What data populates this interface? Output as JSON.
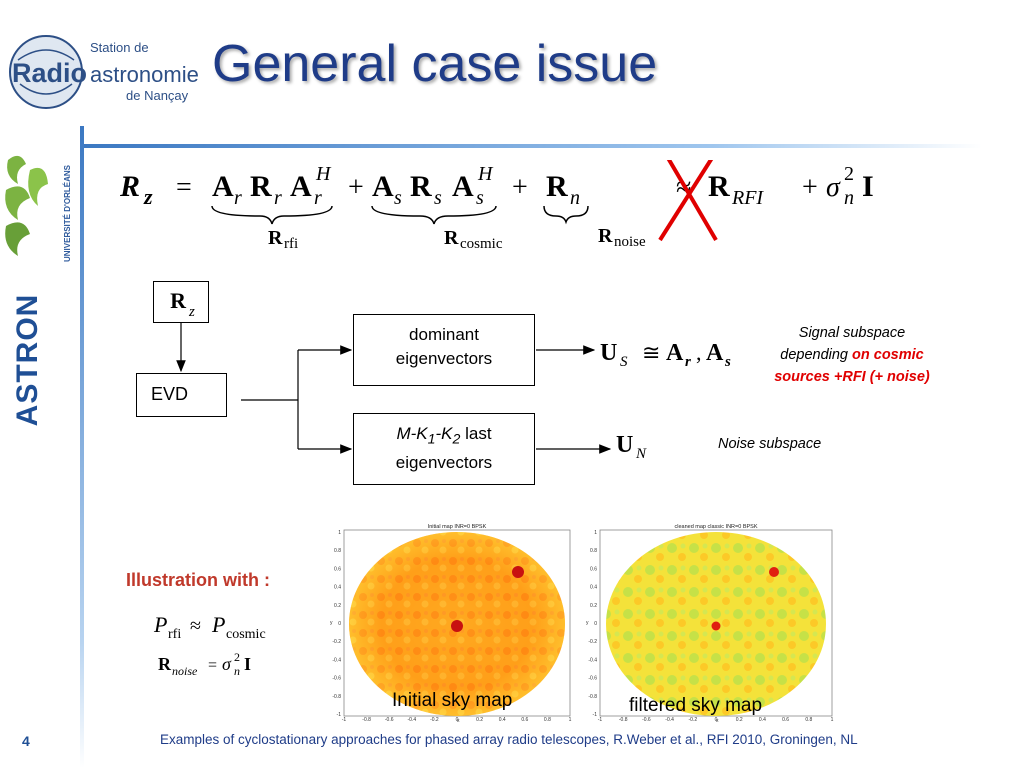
{
  "header": {
    "title": "General case issue",
    "logo_srn": {
      "station_de": "Station de",
      "radio": "Radio",
      "astronomie": "astronomie",
      "de_nancay": "de Nançay"
    },
    "logo_orleans_text": "UNIVERSITÉ D'ORLÉANS",
    "logo_astron": "ASTRON"
  },
  "equation": {
    "lhs": "R",
    "lhs_sub": "z",
    "term1": "A",
    "term1_sub": "r",
    "term2": "R",
    "term2_sub": "r",
    "term3": "A",
    "term3_sub": "r",
    "term3_sup": "H",
    "term4": "A",
    "term4_sub": "s",
    "term5": "R",
    "term5_sub": "s",
    "term6": "A",
    "term6_sub": "s",
    "term6_sup": "H",
    "term7": "R",
    "term7_sub": "n",
    "term8": "R",
    "term8_sub": "RFI",
    "sigma": "σ",
    "sigma_sup": "2",
    "sigma_sub": "n",
    "identity": "I",
    "brace1": "R",
    "brace1_sub": "rfi",
    "brace2": "R",
    "brace2_sub": "cosmic",
    "brace3": "R",
    "brace3_sub": "noise"
  },
  "diagram": {
    "rz": "R",
    "rz_sub": "z",
    "evd": "EVD",
    "dominant": [
      "dominant",
      "eigenvectors"
    ],
    "last_prefix": "M-K",
    "last_k1_sub": "1",
    "last_mid": "-K",
    "last_k2_sub": "2",
    "last_suffix": " last",
    "last_line2": "eigenvectors",
    "us": "U",
    "us_sub": "S",
    "us_rel": "≅",
    "us_a1": "A",
    "us_a1_sub": "r",
    "us_a2": "A",
    "us_a2_sub": "s",
    "un": "U",
    "un_sub": "N",
    "signal_note_1": "Signal subspace",
    "signal_note_2a": "depending ",
    "signal_note_2b": "on cosmic",
    "signal_note_3": "sources +RFI (+ noise)",
    "noise_note": "Noise subspace"
  },
  "illustration": {
    "label": "Illustration with :",
    "p_rfi": "P",
    "p_rfi_sub": "rfi",
    "approx": "≈",
    "p_cosmic": "P",
    "p_cosmic_sub": "cosmic",
    "rnoise": "R",
    "rnoise_sub": "noise",
    "eq": "=",
    "sigma": "σ",
    "sigma_sup": "2",
    "sigma_sub": "n",
    "identity": "I"
  },
  "maps": {
    "initial_title": "Initial map  INR=0  BPSK",
    "filtered_title": "cleaned map classic  INR=0  BPSK",
    "initial_caption": "Initial sky map",
    "filtered_caption": "filtered sky map",
    "yticks": [
      "1",
      "0.8",
      "0.6",
      "0.4",
      "0.2",
      "0",
      "-0.2",
      "-0.4",
      "-0.6",
      "-0.8",
      "-1"
    ],
    "xticks": [
      "-1",
      "-0.8",
      "-0.6",
      "-0.4",
      "-0.2",
      "0",
      "0.2",
      "0.4",
      "0.6",
      "0.8",
      "1"
    ],
    "xlabel": "x",
    "ylabel": "y"
  },
  "footer": {
    "page": "4",
    "reference": "Examples of cyclostationary approaches for phased array radio telescopes, R.Weber et al., RFI 2010, Groningen, NL"
  },
  "colors": {
    "title": "#1f3c88",
    "accent_red": "#e00000",
    "illus_label": "#c0392b",
    "astron_blue": "#1f4f95"
  }
}
